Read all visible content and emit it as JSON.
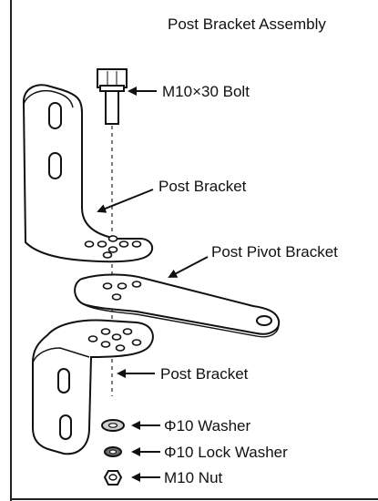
{
  "diagram": {
    "title": "Post Bracket Assembly",
    "labels": {
      "bolt": "M10×30 Bolt",
      "post_bracket_top": "Post Bracket",
      "pivot_bracket": "Post Pivot Bracket",
      "post_bracket_bottom": "Post Bracket",
      "washer": "Φ10 Washer",
      "lock_washer": "Φ10 Lock Washer",
      "nut": "M10 Nut"
    }
  }
}
